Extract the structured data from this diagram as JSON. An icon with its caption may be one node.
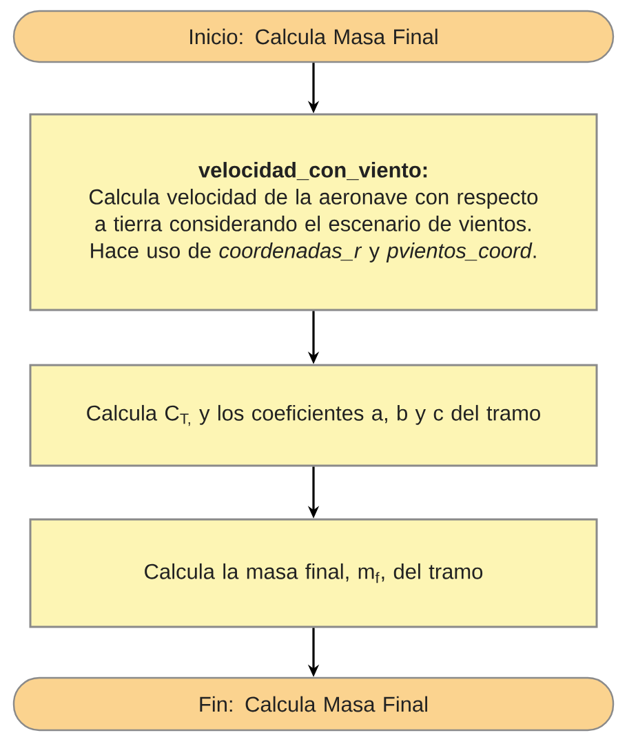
{
  "diagram": {
    "nodes": [
      {
        "text": [
          "Inicio: Calcula Masa Final"
        ]
      },
      {
        "text": [
          "velocidad_con_viento:",
          "Calcula velocidad de la aeronave con respecto a tierra considerando el escenario de vientos. Hace uso de *coordenadas_r* y *pvientos_coord*."
        ]
      },
      {
        "text": [
          "Calcula C$_{T,}$ y los coeficientes a, b y c del tramo"
        ]
      },
      {
        "text": [
          "Calcula la masa final, m$_{f}$, del tramo"
        ]
      },
      {
        "text": [
          "Fin: Calcula Masa Final"
        ]
      }
    ],
    "edges": [
      {
        "from": 0,
        "to": 1,
        "arrow": "to"
      },
      {
        "from": 1,
        "to": 2,
        "arrow": "to"
      },
      {
        "from": 2,
        "to": 3,
        "arrow": "to"
      },
      {
        "from": 3,
        "to": 4,
        "arrow": "to"
      }
    ]
  }
}
